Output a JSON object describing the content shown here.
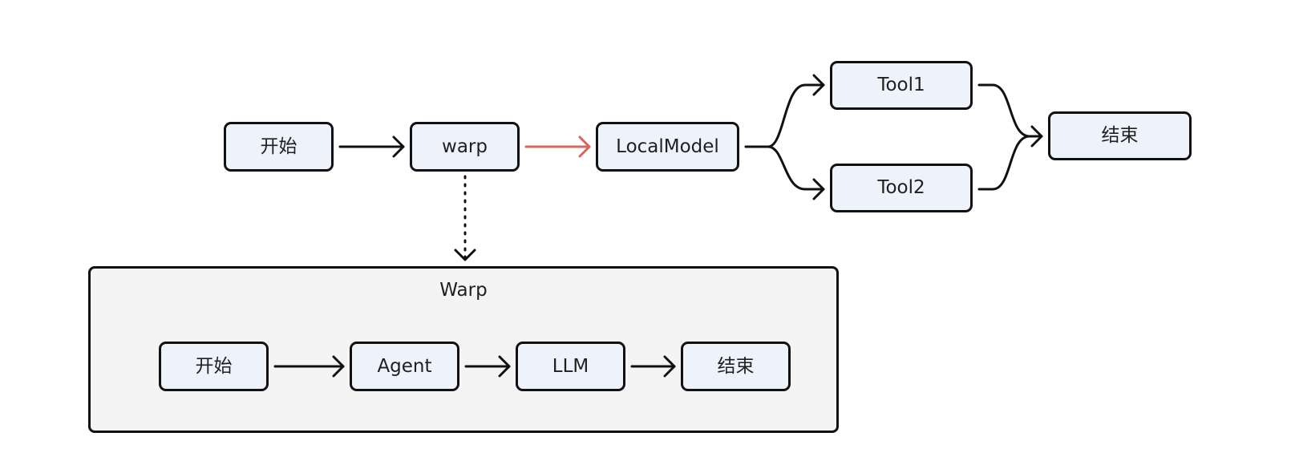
{
  "diagram": {
    "main_flow": {
      "nodes": [
        {
          "id": "start",
          "label": "开始"
        },
        {
          "id": "warp",
          "label": "warp"
        },
        {
          "id": "localmodel",
          "label": "LocalModel"
        },
        {
          "id": "tool1",
          "label": "Tool1"
        },
        {
          "id": "tool2",
          "label": "Tool2"
        },
        {
          "id": "end",
          "label": "结束"
        }
      ],
      "edges": [
        {
          "from": "start",
          "to": "warp",
          "color": "#111111"
        },
        {
          "from": "warp",
          "to": "localmodel",
          "color": "#d9655d"
        },
        {
          "from": "localmodel",
          "to": "tool1",
          "color": "#111111"
        },
        {
          "from": "localmodel",
          "to": "tool2",
          "color": "#111111"
        },
        {
          "from": "tool1",
          "to": "end",
          "color": "#111111"
        },
        {
          "from": "tool2",
          "to": "end",
          "color": "#111111"
        }
      ]
    },
    "expansion": {
      "from": "warp",
      "to": "warp_group",
      "style": "dotted",
      "color": "#111111"
    },
    "warp_group": {
      "title": "Warp",
      "nodes": [
        {
          "id": "sg_start",
          "label": "开始"
        },
        {
          "id": "agent",
          "label": "Agent"
        },
        {
          "id": "llm",
          "label": "LLM"
        },
        {
          "id": "sg_end",
          "label": "结束"
        }
      ],
      "edges": [
        {
          "from": "sg_start",
          "to": "agent",
          "color": "#111111"
        },
        {
          "from": "agent",
          "to": "llm",
          "color": "#111111"
        },
        {
          "from": "llm",
          "to": "sg_end",
          "color": "#111111"
        }
      ]
    }
  },
  "colors": {
    "node_fill": "#eef2fa",
    "node_border": "#111111",
    "group_fill": "#f4f4f4",
    "highlight_arrow": "#d9655d",
    "text": "#1f1f1f"
  }
}
